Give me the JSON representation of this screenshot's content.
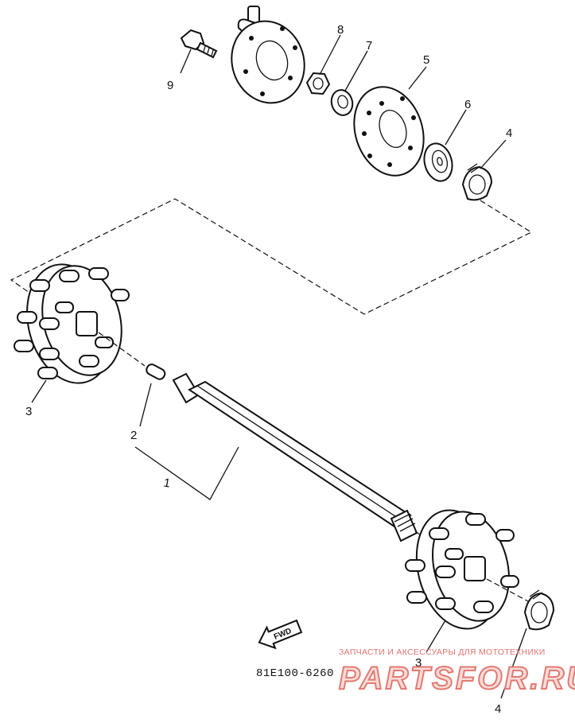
{
  "diagram": {
    "callouts": [
      {
        "id": "9",
        "label": "9"
      },
      {
        "id": "8",
        "label": "8"
      },
      {
        "id": "7",
        "label": "7"
      },
      {
        "id": "5",
        "label": "5"
      },
      {
        "id": "6",
        "label": "6"
      },
      {
        "id": "4a",
        "label": "4"
      },
      {
        "id": "3a",
        "label": "3"
      },
      {
        "id": "2",
        "label": "2"
      },
      {
        "id": "1",
        "label": "1"
      },
      {
        "id": "3b",
        "label": "3"
      },
      {
        "id": "4b",
        "label": "4"
      }
    ],
    "part_code": "81E100-6260",
    "fwd_label": "FWD"
  },
  "watermark": {
    "tagline": "ЗАПЧАСТИ И АКСЕССУАРЫ ДЛЯ МОТОТЕХНИКИ",
    "logo_text": "PARTSFOR.RU",
    "colors": {
      "logo_fill": "#f6dcd8",
      "logo_stroke": "#e37a72",
      "tagline": "#e0736f"
    }
  }
}
